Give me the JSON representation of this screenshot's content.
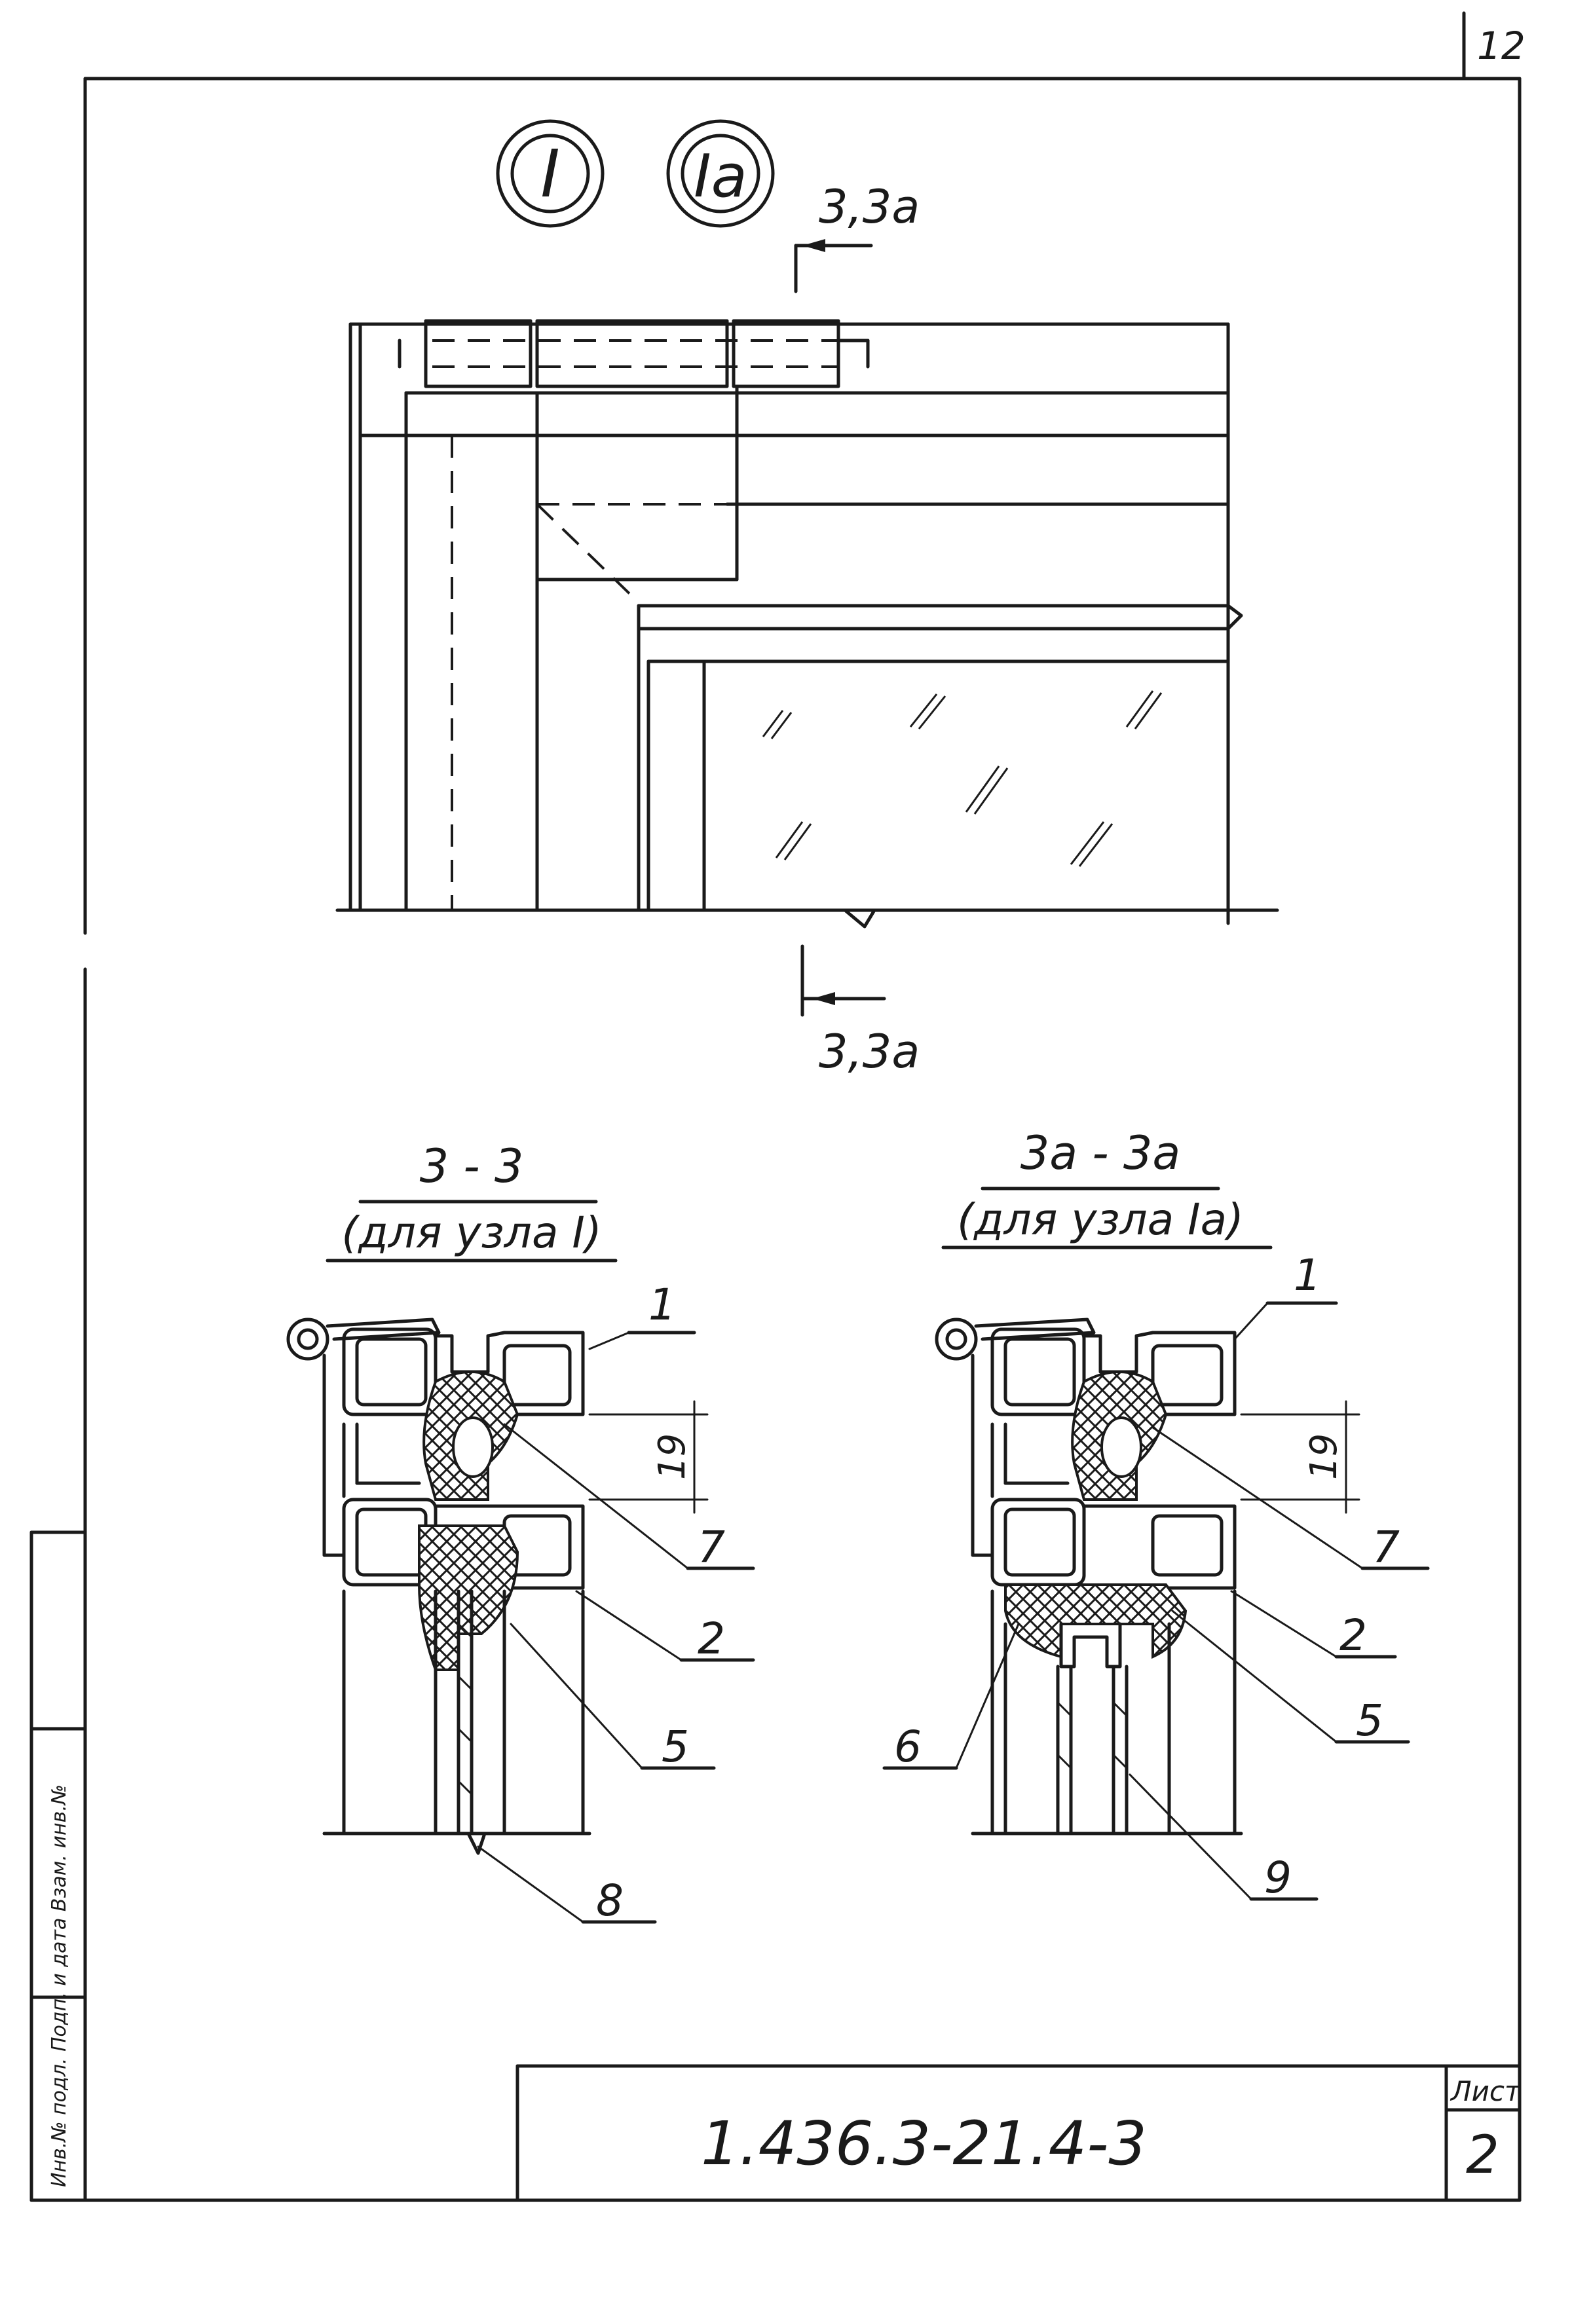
{
  "sheet": {
    "corner_number": "12",
    "designation": "1.436.3-21.4-3",
    "sheet_label": "Лист",
    "sheet_number": "2",
    "side_stamp_text": "Инв.№ подл.  Подп. и дата  Взам. инв.№"
  },
  "elevation": {
    "node_mark_1": "I",
    "node_mark_1a": "Iа",
    "section_mark_top": "3,3а",
    "section_mark_bottom": "3,3а"
  },
  "section_left": {
    "title": "3 - 3",
    "subtitle": "(для узла I)",
    "dimension": "19",
    "callouts": [
      "1",
      "7",
      "2",
      "5",
      "8"
    ]
  },
  "section_right": {
    "title": "3а - 3а",
    "subtitle": "(для узла Iа)",
    "dimension": "19",
    "callouts": [
      "1",
      "7",
      "2",
      "5",
      "6",
      "9"
    ]
  }
}
